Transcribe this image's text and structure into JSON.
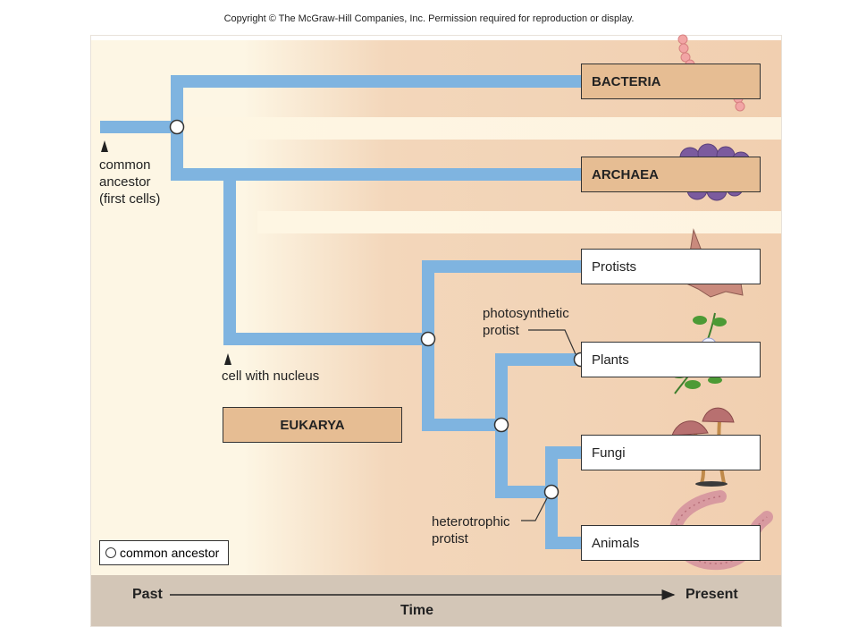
{
  "copyright": "Copyright © The McGraw-Hill Companies, Inc. Permission required for reproduction or display.",
  "groups": {
    "bacteria": "BACTERIA",
    "archaea": "ARCHAEA",
    "protists": "Protists",
    "plants": "Plants",
    "fungi": "Fungi",
    "animals": "Animals",
    "eukarya": "EUKARYA"
  },
  "annotations": {
    "common_ancestor": [
      "common",
      "ancestor",
      "(first cells)"
    ],
    "cell_with_nucleus": "cell with nucleus",
    "photosynthetic_protist": [
      "photosynthetic",
      "protist"
    ],
    "heterotrophic_protist": [
      "heterotrophic",
      "protist"
    ]
  },
  "legend": {
    "label": "common ancestor"
  },
  "timeline": {
    "past": "Past",
    "present": "Present",
    "axis": "Time"
  },
  "colors": {
    "branch": "#7fb4e0",
    "tan_box": "#e6bd93",
    "panel": "#f1cfb0",
    "timebar": "#d3c6b7"
  },
  "icons": [
    "bacteria-chain-icon",
    "archaea-cluster-icon",
    "protist-amoeba-icon",
    "plant-sprig-icon",
    "mushroom-icon",
    "earthworm-icon"
  ]
}
